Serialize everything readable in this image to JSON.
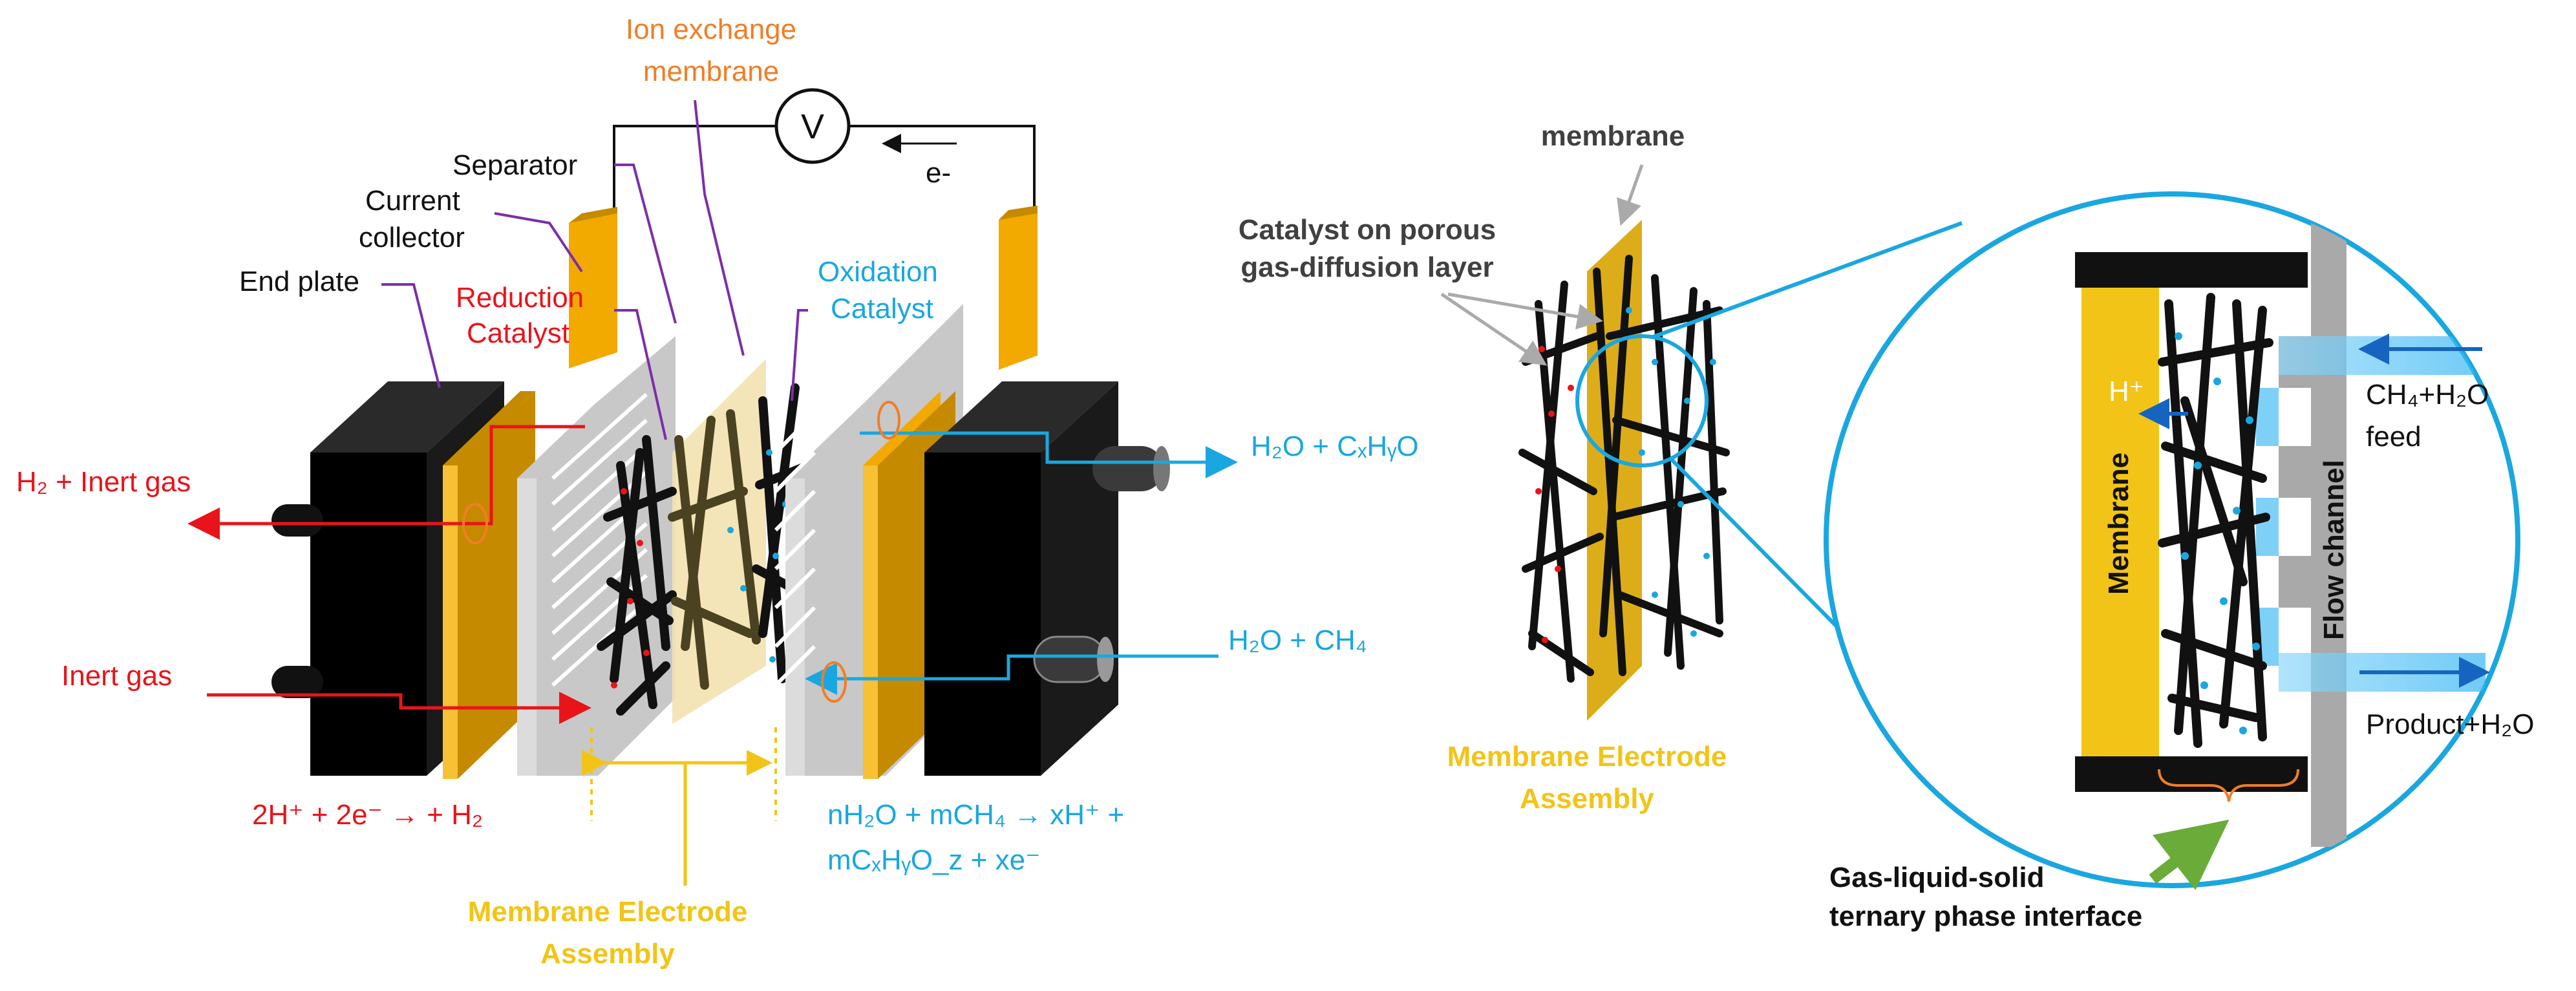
{
  "colors": {
    "red": "#e8141a",
    "cyan": "#1aa7e0",
    "orange": "#f07e26",
    "purple": "#7b2fa8",
    "gold": "#f2a900",
    "gold_dark": "#c58a00",
    "black": "#111111",
    "gray_plate": "#b9b9b9",
    "mea_yellow": "#f2c417",
    "membrane_tan": "#f3e2b0",
    "dark_gray_text": "#404040",
    "green_arrow": "#6aab3a"
  },
  "left_diagram": {
    "ion_exchange_line1": "Ion exchange",
    "ion_exchange_line2": "membrane",
    "voltmeter_symbol": "V",
    "electron_label": "e-",
    "separator": "Separator",
    "current_collector_line1": "Current",
    "current_collector_line2": "collector",
    "end_plate": "End plate",
    "reduction_line1": "Reduction",
    "reduction_line2": "Catalyst",
    "oxidation_line1": "Oxidation",
    "oxidation_line2": "Catalyst",
    "h2_inert_gas": "H₂ + Inert gas",
    "inert_gas": "Inert gas",
    "out_right": "H₂O + CₓHᵧO",
    "in_right": "H₂O + CH₄",
    "cathode_reaction": "2H⁺ + 2e⁻ → + H₂",
    "anode_reaction_line1": "nH₂O + mCH₄ → xH⁺ +",
    "anode_reaction_line2": "mCₓHᵧO_z + xe⁻",
    "mea_line1": "Membrane Electrode",
    "mea_line2": "Assembly"
  },
  "right_diagram": {
    "membrane_label": "membrane",
    "catalyst_line1": "Catalyst on porous",
    "catalyst_line2": "gas-diffusion layer",
    "mea_line1": "Membrane Electrode",
    "mea_line2": "Assembly",
    "proton": "H⁺",
    "feed_line1": "CH₄+H₂O",
    "feed_line2": "feed",
    "membrane_vertical": "Membrane",
    "flow_channel": "Flow channel",
    "product": "Product+H₂O",
    "interface_line1": "Gas-liquid-solid",
    "interface_line2": "ternary phase interface"
  }
}
